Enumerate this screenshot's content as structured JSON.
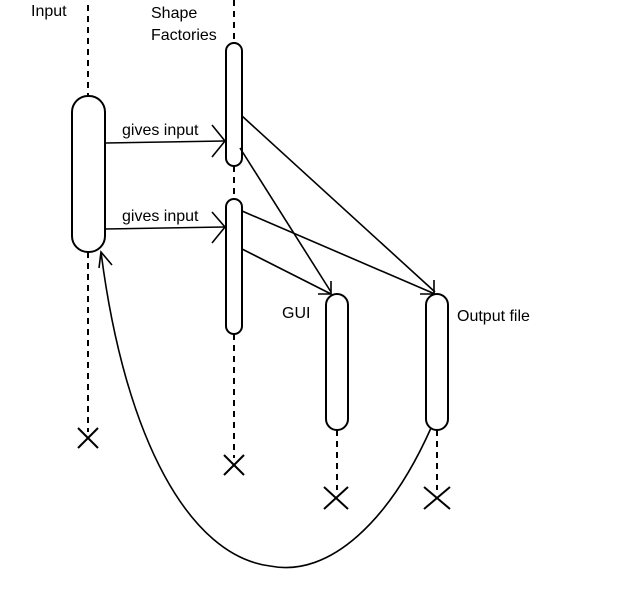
{
  "participants": {
    "input": {
      "label": "Input"
    },
    "shape_factories": {
      "label_line1": "Shape",
      "label_line2": "Factories"
    },
    "gui": {
      "label": "GUI"
    },
    "output_file": {
      "label": "Output file"
    }
  },
  "messages": {
    "first": {
      "label": "gives input"
    },
    "second": {
      "label": "gives input"
    }
  }
}
